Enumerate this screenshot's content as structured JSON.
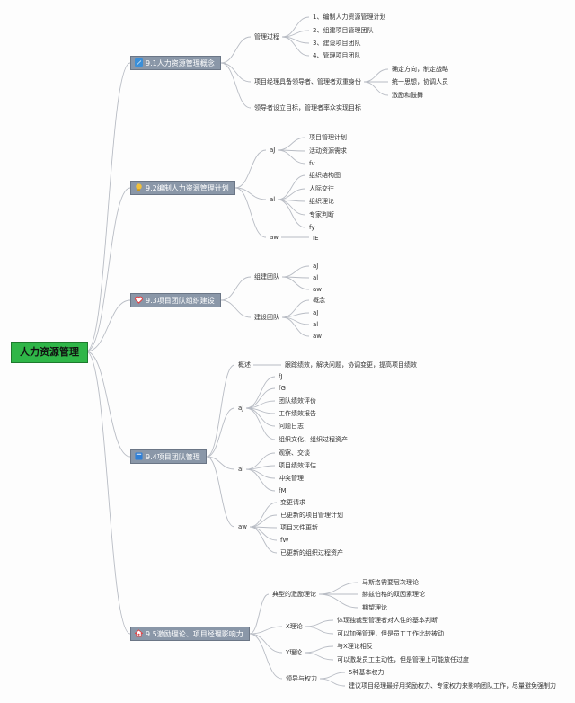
{
  "root": "人力资源管理",
  "sections": [
    {
      "label": "9.1人力资源管理概念",
      "icon": "pencil-icon",
      "icon_color": "#3b8fd8",
      "children": [
        {
          "label": "管理过程",
          "children": [
            "1、编制人力资源管理计划",
            "2、组建项目管理团队",
            "3、建设项目团队",
            "4、管理项目团队"
          ]
        },
        {
          "label": "项目经理具备领导者、管理者双重身份",
          "children": [
            "确定方向，制定战略",
            "统一思想，协调人员",
            "激励和鼓舞"
          ]
        },
        {
          "label": "领导者设立目标，管理者率众实现目标",
          "children": []
        }
      ]
    },
    {
      "label": "9.2编制人力资源管理计划",
      "icon": "lightbulb-icon",
      "icon_color": "#f2c13a",
      "children": [
        {
          "label": "aJ",
          "children": [
            "项目管理计划",
            "活动资源需求",
            "fv"
          ]
        },
        {
          "label": "al",
          "children": [
            "组织结构图",
            "人际交往",
            "组织理论",
            "专家判断",
            "fy"
          ]
        },
        {
          "label": "aw",
          "children": [
            "IE"
          ]
        }
      ]
    },
    {
      "label": "9.3项目团队组织建设",
      "icon": "heart-icon",
      "icon_color": "#e0464a",
      "children": [
        {
          "label": "组建团队",
          "children": [
            "aJ",
            "al",
            "aw"
          ]
        },
        {
          "label": "建设团队",
          "children": [
            "概念",
            "aJ",
            "al",
            "aw"
          ]
        }
      ]
    },
    {
      "label": "9.4项目团队管理",
      "icon": "book-icon",
      "icon_color": "#2f7fd6",
      "children": [
        {
          "label": "概述",
          "children": [
            "跟踪绩效，解决问题，协调变更，提高项目绩效"
          ]
        },
        {
          "label": "aJ",
          "children": [
            "fJ",
            "fG",
            "团队绩效评价",
            "工作绩效报告",
            "问题日志",
            "组织文化、组织过程资产"
          ]
        },
        {
          "label": "al",
          "children": [
            "观察、交谈",
            "项目绩效评估",
            "冲突管理",
            "fM"
          ]
        },
        {
          "label": "aw",
          "children": [
            "变更请求",
            "已更新的项目管理计划",
            "项目文件更新",
            "fW",
            "已更新的组织过程资产"
          ]
        }
      ]
    },
    {
      "label": "9.5激励理论、项目经理影响力",
      "icon": "house-icon",
      "icon_color": "#e0464a",
      "children": [
        {
          "label": "典型的激励理论",
          "children": [
            "马斯洛需要层次理论",
            "赫兹伯格的双因素理论",
            "期望理论"
          ]
        },
        {
          "label": "X理论",
          "children": [
            "体现独裁型管理者对人性的基本判断",
            "可以加强管理，但是员工工作比较被动"
          ]
        },
        {
          "label": "Y理论",
          "children": [
            "与X理论相反",
            "可以激发员工主动性，但是管理上可能放任过度"
          ]
        },
        {
          "label": "领导与权力",
          "children": [
            "5种基本权力",
            "建议项目经理最好用奖励权力、专家权力来影响团队工作，尽量避免强制力"
          ]
        }
      ]
    }
  ]
}
